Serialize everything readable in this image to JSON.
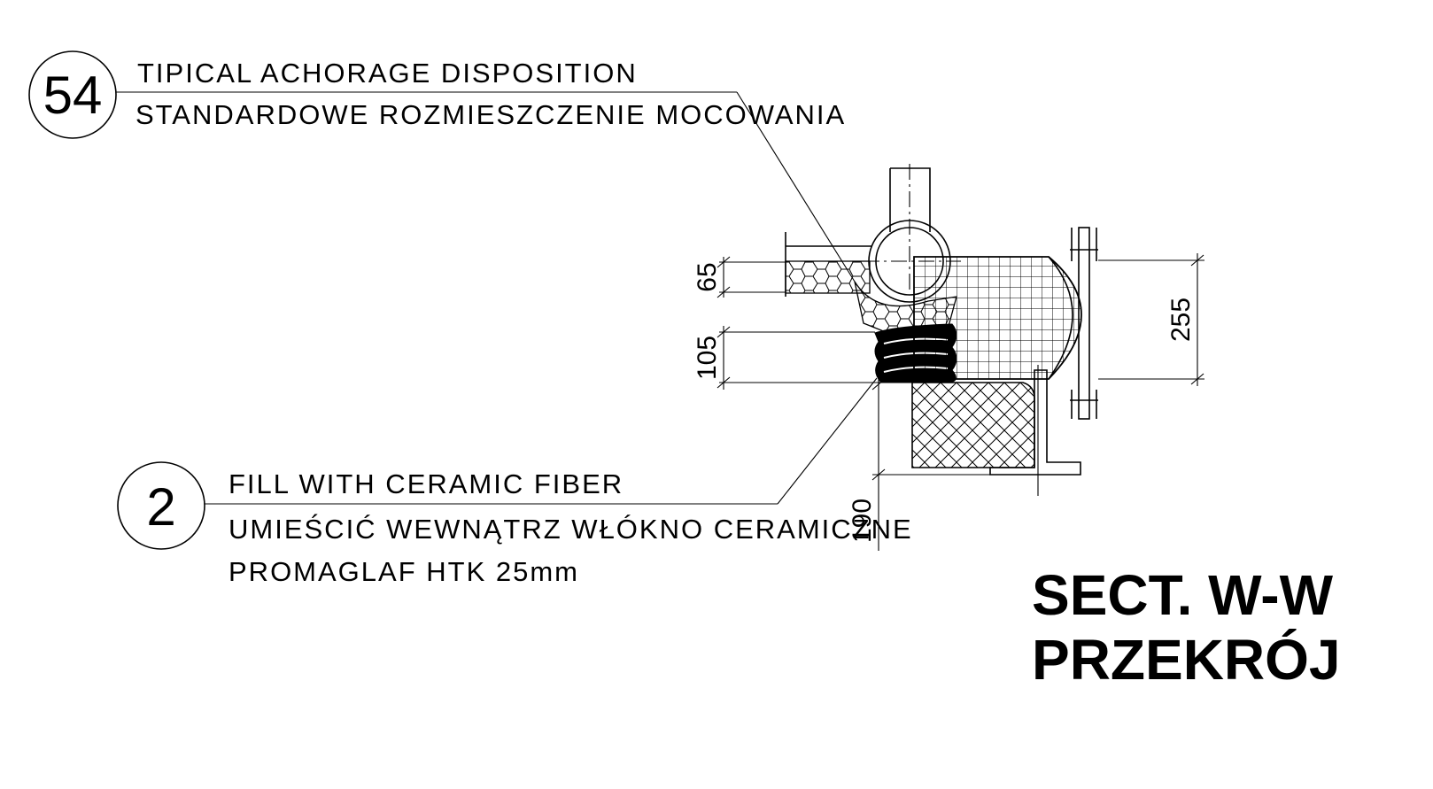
{
  "callouts": [
    {
      "number": "54",
      "lines": [
        "TIPICAL ACHORAGE DISPOSITION",
        "STANDARDOWE ROZMIESZCZENIE MOCOWANIA"
      ]
    },
    {
      "number": "2",
      "lines": [
        "FILL WITH CERAMIC FIBER",
        "UMIEŚCIĆ WEWNĄTRZ WŁÓKNO CERAMICZNE",
        "PROMAGLAF HTK 25mm"
      ]
    }
  ],
  "dimensions": {
    "d65": "65",
    "d105": "105",
    "d255": "255",
    "d190": "190"
  },
  "title": {
    "line1": "SECT. W-W",
    "line2": "PRZEKRÓJ"
  }
}
